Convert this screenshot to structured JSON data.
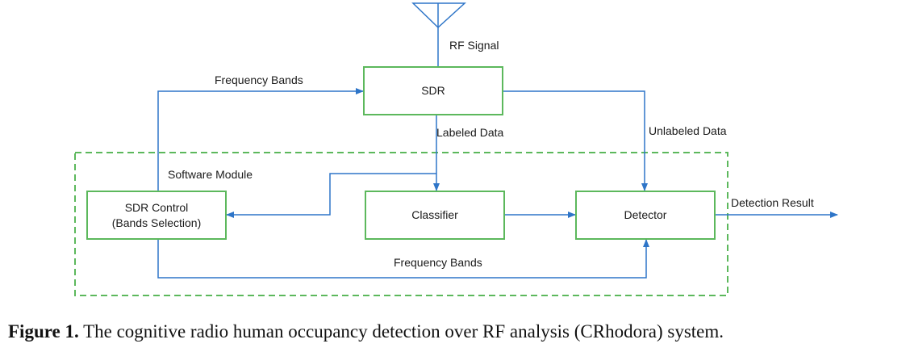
{
  "blocks": {
    "sdr": "SDR",
    "sdr_control_line1": "SDR Control",
    "sdr_control_line2": "(Bands Selection)",
    "classifier": "Classifier",
    "detector": "Detector"
  },
  "labels": {
    "rf_signal": "RF Signal",
    "frequency_bands_top": "Frequency Bands",
    "labeled_data": "Labeled Data",
    "unlabeled_data": "Unlabeled Data",
    "software_module": "Software Module",
    "detection_result": "Detection Result",
    "frequency_bands_bottom": "Frequency Bands"
  },
  "caption": {
    "prefix": "Figure 1.",
    "text": " The cognitive radio human occupancy detection over RF analysis (CRhodora) system."
  },
  "colors": {
    "block_border": "#5cb85c",
    "arrow": "#2e75c8",
    "antenna": "#2e75c8",
    "module_border": "#5cb85c"
  }
}
